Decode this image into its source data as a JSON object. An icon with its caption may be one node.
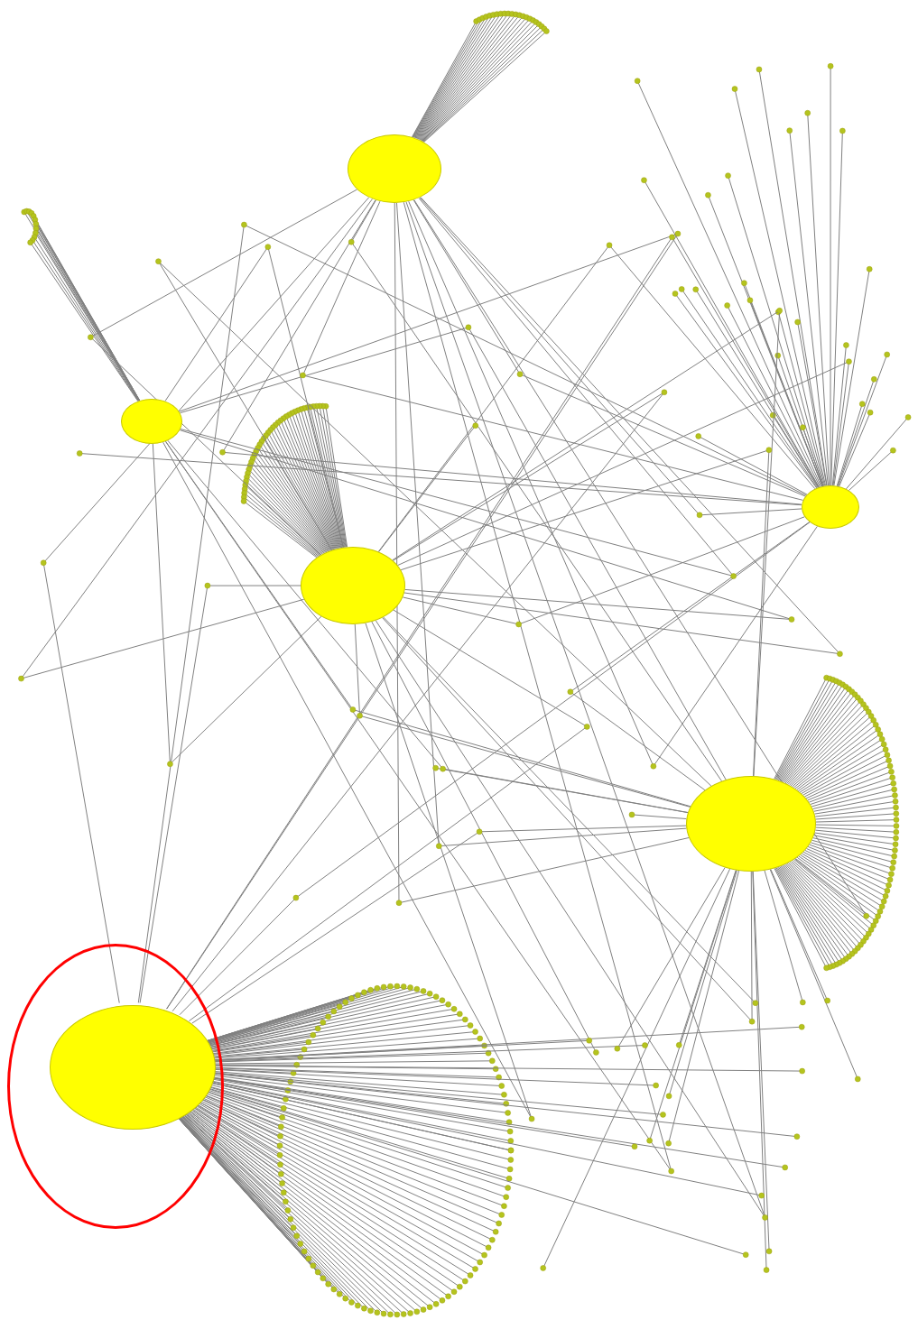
{
  "diagram": {
    "nodes": [
      {
        "text": [],
        "shape": "circle"
      },
      {
        "text": [],
        "shape": "circle"
      },
      {
        "text": [],
        "shape": "circle"
      },
      {
        "text": [],
        "shape": "circle"
      },
      {
        "text": [],
        "shape": "circle"
      },
      {
        "text": [],
        "shape": "circle"
      },
      {
        "text": [],
        "shape": "circle",
        "in": 5
      }
    ]
  }
}
